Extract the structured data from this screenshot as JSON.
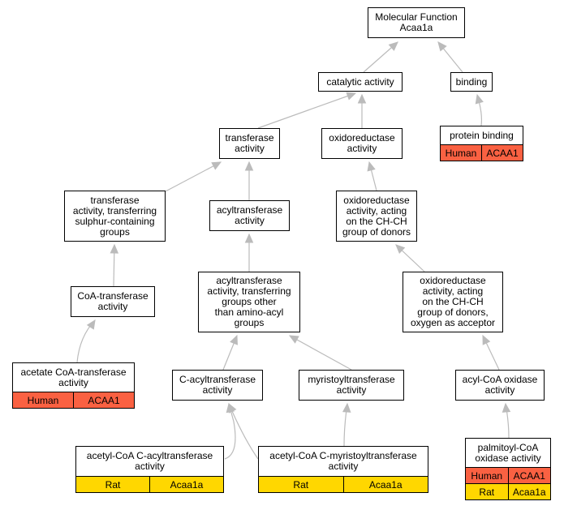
{
  "colors": {
    "human": "#fa6142",
    "rat": "#ffd700",
    "edge": "#bbbbbb"
  },
  "nodes": {
    "mf": {
      "label": "Molecular Function\nAcaa1a"
    },
    "catalytic": {
      "label": "catalytic activity"
    },
    "binding": {
      "label": "binding"
    },
    "protein_binding": {
      "label": "protein binding",
      "rows": [
        [
          "Human",
          "ACAA1"
        ]
      ]
    },
    "transferase": {
      "label": "transferase\nactivity"
    },
    "oxidoreductase": {
      "label": "oxidoreductase\nactivity"
    },
    "transferase_sulfur": {
      "label": "transferase\nactivity, transferring\nsulphur-containing\ngroups"
    },
    "acyltransferase": {
      "label": "acyltransferase\nactivity"
    },
    "oxido_chch": {
      "label": "oxidoreductase\nactivity, acting\non the CH-CH\ngroup of donors"
    },
    "coa_transferase": {
      "label": "CoA-transferase\nactivity"
    },
    "acyl_other": {
      "label": "acyltransferase\nactivity, transferring\ngroups other\nthan amino-acyl\ngroups"
    },
    "oxido_chch_o2": {
      "label": "oxidoreductase\nactivity, acting\non the CH-CH\ngroup of donors,\noxygen as acceptor"
    },
    "acetate_coa": {
      "label": "acetate CoA-transferase\nactivity",
      "rows": [
        [
          "Human",
          "ACAA1"
        ]
      ]
    },
    "c_acyl": {
      "label": "C-acyltransferase\nactivity"
    },
    "myristoyl": {
      "label": "myristoyltransferase\nactivity"
    },
    "acyl_coa_oxidase": {
      "label": "acyl-CoA oxidase\nactivity"
    },
    "acetyl_c_acyl": {
      "label": "acetyl-CoA C-acyltransferase\nactivity",
      "rows": [
        [
          "Rat",
          "Acaa1a"
        ]
      ]
    },
    "acetyl_c_myristoyl": {
      "label": "acetyl-CoA C-myristoyltransferase\nactivity",
      "rows": [
        [
          "Rat",
          "Acaa1a"
        ]
      ]
    },
    "palmitoyl": {
      "label": "palmitoyl-CoA\noxidase activity",
      "rows": [
        [
          "Human",
          "ACAA1"
        ],
        [
          "Rat",
          "Acaa1a"
        ]
      ]
    }
  }
}
